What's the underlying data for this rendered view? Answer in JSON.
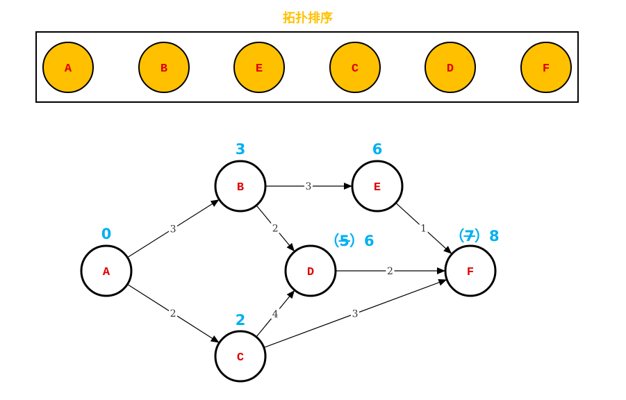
{
  "title": "拓扑排序",
  "colors": {
    "topo_node_fill": "#FFC000",
    "graph_node_fill": "#FFFFFF",
    "node_text": "#E00000",
    "time_text": "#00B0F0",
    "title_text": "#FFC000"
  },
  "topo_order": [
    "A",
    "B",
    "E",
    "C",
    "D",
    "F"
  ],
  "graph": {
    "nodes": [
      {
        "id": "A",
        "label": "A",
        "time_label": "0",
        "strike": ""
      },
      {
        "id": "B",
        "label": "B",
        "time_label": "3",
        "strike": ""
      },
      {
        "id": "C",
        "label": "C",
        "time_label": "2",
        "strike": ""
      },
      {
        "id": "D",
        "label": "D",
        "time_label": "（5）6",
        "strike": "5"
      },
      {
        "id": "E",
        "label": "E",
        "time_label": "6",
        "strike": ""
      },
      {
        "id": "F",
        "label": "F",
        "time_label": "（7）8",
        "strike": "7"
      }
    ],
    "edges": [
      {
        "from": "A",
        "to": "B",
        "weight": "3"
      },
      {
        "from": "A",
        "to": "C",
        "weight": "2"
      },
      {
        "from": "B",
        "to": "E",
        "weight": "3"
      },
      {
        "from": "B",
        "to": "D",
        "weight": "2"
      },
      {
        "from": "C",
        "to": "D",
        "weight": "4"
      },
      {
        "from": "C",
        "to": "F",
        "weight": "3"
      },
      {
        "from": "D",
        "to": "F",
        "weight": "2"
      },
      {
        "from": "E",
        "to": "F",
        "weight": "1"
      }
    ]
  }
}
